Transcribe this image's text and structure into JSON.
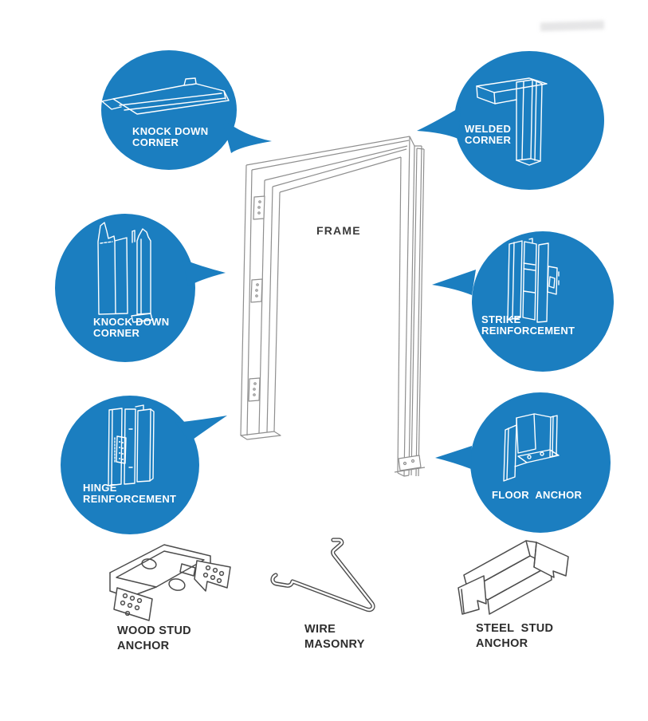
{
  "frame": {
    "label": "FRAME"
  },
  "callouts": [
    {
      "id": "knock-down-corner-top",
      "line1": "KNOCK DOWN",
      "line2": "CORNER"
    },
    {
      "id": "welded-corner",
      "line1": "WELDED",
      "line2": "CORNER"
    },
    {
      "id": "knock-down-corner-mid",
      "line1": "KNOCK DOWN",
      "line2": "CORNER"
    },
    {
      "id": "strike-reinforcement",
      "line1": "STRIKE",
      "line2": "REINFORCEMENT"
    },
    {
      "id": "hinge-reinforcement",
      "line1": "HINGE",
      "line2": "REINFORCEMENT"
    },
    {
      "id": "floor-anchor",
      "line1": "FLOOR  ANCHOR",
      "line2": ""
    }
  ],
  "anchors": [
    {
      "id": "wood-stud-anchor",
      "line1": "WOOD STUD",
      "line2": "ANCHOR"
    },
    {
      "id": "wire-masonry",
      "line1": "WIRE",
      "line2": "MASONRY"
    },
    {
      "id": "steel-stud-anchor",
      "line1": "STEEL  STUD",
      "line2": "ANCHOR"
    }
  ],
  "colors": {
    "bubble_blue": "#1b7ec0",
    "line_art_white": "#ffffff",
    "frame_line_gray": "#8f8f8f",
    "drawing_line_gray": "#4c4c4c",
    "label_dark": "#2d2d2d"
  }
}
